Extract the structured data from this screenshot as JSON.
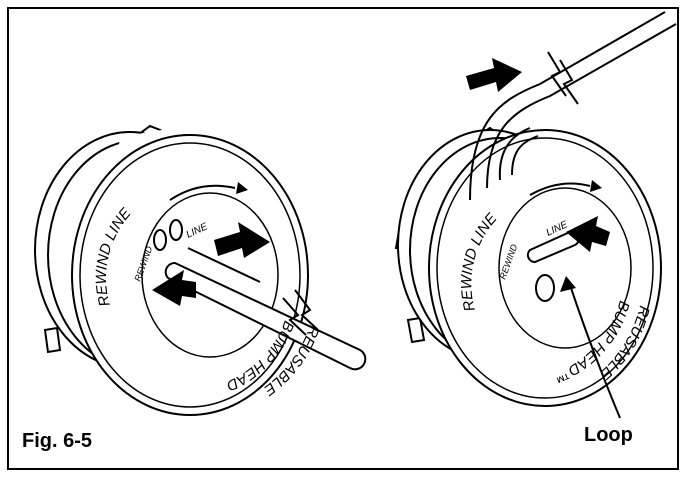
{
  "figure": {
    "caption": "Fig. 6-5",
    "callout_label": "Loop"
  },
  "spool_left": {
    "outer_text_top": "REWIND LINE",
    "outer_text_bottom": "BUMP HEAD",
    "outer_text_bottom2": "REUSABLE",
    "inner_label_1": "LINE",
    "inner_label_2": "REWIND"
  },
  "spool_right": {
    "outer_text_top": "REWIND LINE",
    "outer_text_bottom": "BUMP HEAD™",
    "outer_text_bottom2": "REUSABLE",
    "inner_label_1": "LINE",
    "inner_label_2": "REWIND"
  },
  "colors": {
    "ink": "#000000",
    "paper": "#ffffff"
  }
}
